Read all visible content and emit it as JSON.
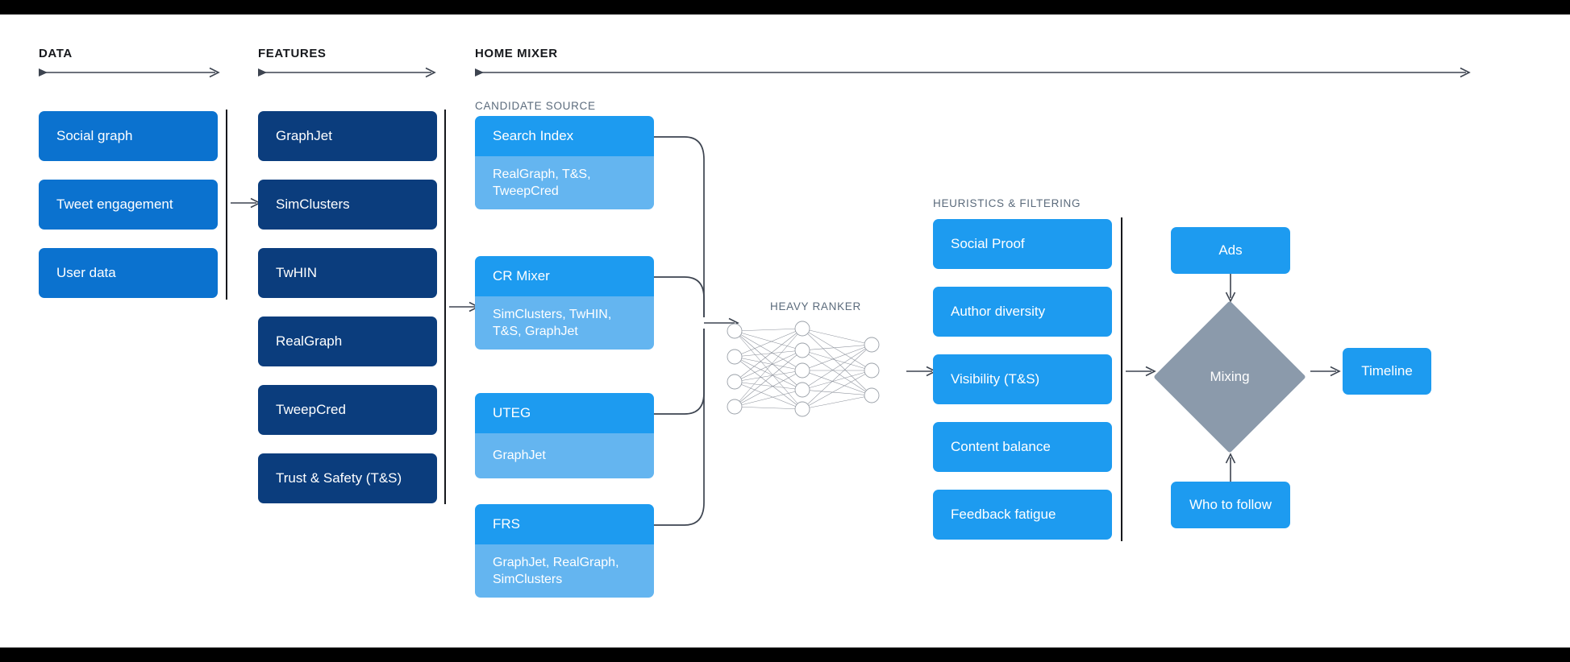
{
  "canvas": {
    "background": "#ffffff",
    "letterbox": "#000000"
  },
  "colors": {
    "data_box": "#0b72cf",
    "feature_box": "#0b3d7d",
    "candidate_head": "#1d9bf0",
    "candidate_body": "#64b5f0",
    "heuristic_box": "#1d9bf0",
    "accent_blue": "#1d9bf0",
    "mixing_diamond": "#8b9aab",
    "line": "#3d4450",
    "label_muted": "#5b6b7c",
    "title_text": "#16181c"
  },
  "stages": {
    "data": {
      "title": "DATA"
    },
    "features": {
      "title": "FEATURES"
    },
    "home_mixer": {
      "title": "HOME MIXER"
    }
  },
  "sections": {
    "candidate_source": "CANDIDATE SOURCE",
    "heuristics": "HEURISTICS & FILTERING",
    "heavy_ranker": "HEAVY RANKER"
  },
  "data_items": [
    {
      "label": "Social graph"
    },
    {
      "label": "Tweet engagement"
    },
    {
      "label": "User data"
    }
  ],
  "feature_items": [
    {
      "label": "GraphJet"
    },
    {
      "label": "SimClusters"
    },
    {
      "label": "TwHIN"
    },
    {
      "label": "RealGraph"
    },
    {
      "label": "TweepCred"
    },
    {
      "label": "Trust & Safety (T&S)"
    }
  ],
  "candidate_sources": [
    {
      "title": "Search Index",
      "features": "RealGraph, T&S,\nTweepCred"
    },
    {
      "title": "CR Mixer",
      "features": "SimClusters, TwHIN,\nT&S, GraphJet"
    },
    {
      "title": "UTEG",
      "features": "GraphJet"
    },
    {
      "title": "FRS",
      "features": "GraphJet, RealGraph,\nSimClusters"
    }
  ],
  "heuristics_items": [
    {
      "label": "Social Proof"
    },
    {
      "label": "Author diversity"
    },
    {
      "label": "Visibility (T&S)"
    },
    {
      "label": "Content balance"
    },
    {
      "label": "Feedback fatigue"
    }
  ],
  "mixing": {
    "label": "Mixing",
    "ads_label": "Ads",
    "who_to_follow_label": "Who to follow",
    "timeline_label": "Timeline"
  },
  "neural_net": {
    "input_nodes": 4,
    "hidden_nodes": 5,
    "output_nodes": 3
  }
}
